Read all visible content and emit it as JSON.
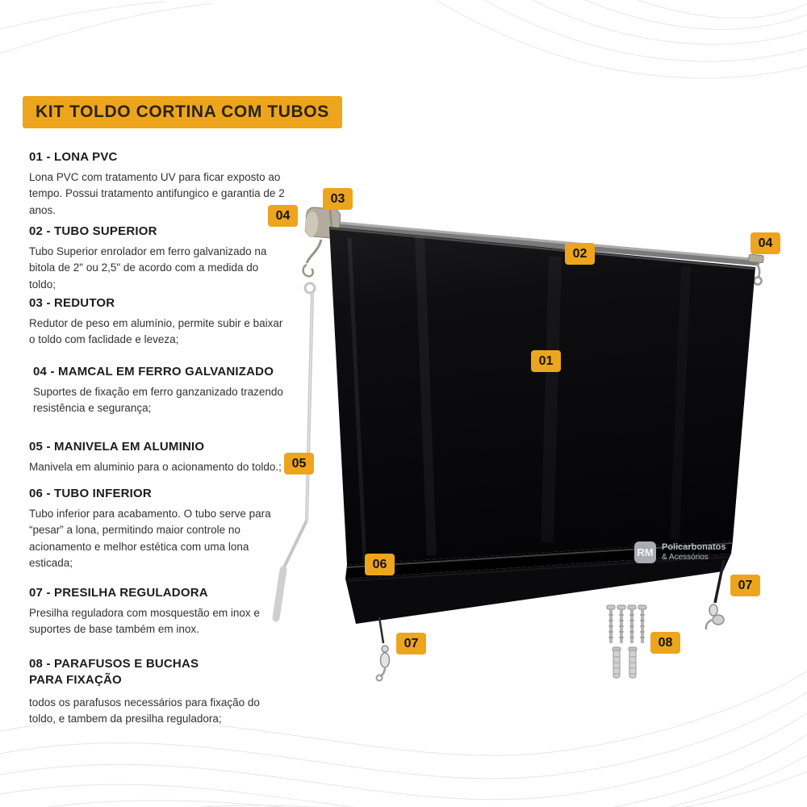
{
  "title": "KIT TOLDO CORTINA COM TUBOS",
  "sections": [
    {
      "heading": "01 - LONA PVC",
      "body": "Lona PVC com tratamento UV para ficar exposto ao tempo. Possui tratamento antifungico e garantia de 2 anos."
    },
    {
      "heading": "02 - TUBO SUPERIOR",
      "body": "Tubo Superior enrolador em ferro galvanizado na bitola de 2\" ou 2,5\" de acordo com a medida do toldo;"
    },
    {
      "heading": "03 - REDUTOR",
      "body": "Redutor de peso em alumínio, permite subir e baixar o toldo com faclidade e leveza;"
    },
    {
      "heading": "04 - MAMCAL  EM FERRO GALVANIZADO",
      "body": "Suportes de fixação em ferro ganzanizado trazendo resistência e segurança;"
    },
    {
      "heading": "05 - MANIVELA EM ALUMINIO",
      "body": "Manivela em aluminio para o acionamento do toldo.;"
    },
    {
      "heading": "06 - TUBO INFERIOR",
      "body": "Tubo inferior para acabamento. O tubo serve para “pesar” a lona, permitindo maior controle no acionamento e melhor estética com uma lona esticada;"
    },
    {
      "heading": "07 - PRESILHA REGULADORA",
      "body": "Presilha reguladora com mosquestão em inox e suportes de base também em inox."
    },
    {
      "heading": "08 - PARAFUSOS E BUCHAS PARA FIXAÇÃO",
      "body": "todos os parafusos necessários para fixação do toldo, e tambem da presilha reguladora;"
    }
  ],
  "badges": [
    {
      "id": "callout-03-redutor",
      "label": "03"
    },
    {
      "id": "callout-04-left",
      "label": "04"
    },
    {
      "id": "callout-02-tubo-superior",
      "label": "02"
    },
    {
      "id": "callout-04-right",
      "label": "04"
    },
    {
      "id": "callout-01-lona",
      "label": "01"
    },
    {
      "id": "callout-05-manivela",
      "label": "05"
    },
    {
      "id": "callout-06-tubo-inferior",
      "label": "06"
    },
    {
      "id": "callout-07-left",
      "label": "07"
    },
    {
      "id": "callout-07-right",
      "label": "07"
    },
    {
      "id": "callout-08-parafusos",
      "label": "08"
    }
  ],
  "watermark": {
    "logo": "RM",
    "line1": "Policarbonatos",
    "line2": "& Acessórios"
  },
  "colors": {
    "accent": "#ECA51D",
    "tarp": "#0C0C0E",
    "background": "#FFFFFF",
    "decor_line": "#E6E6E6"
  }
}
